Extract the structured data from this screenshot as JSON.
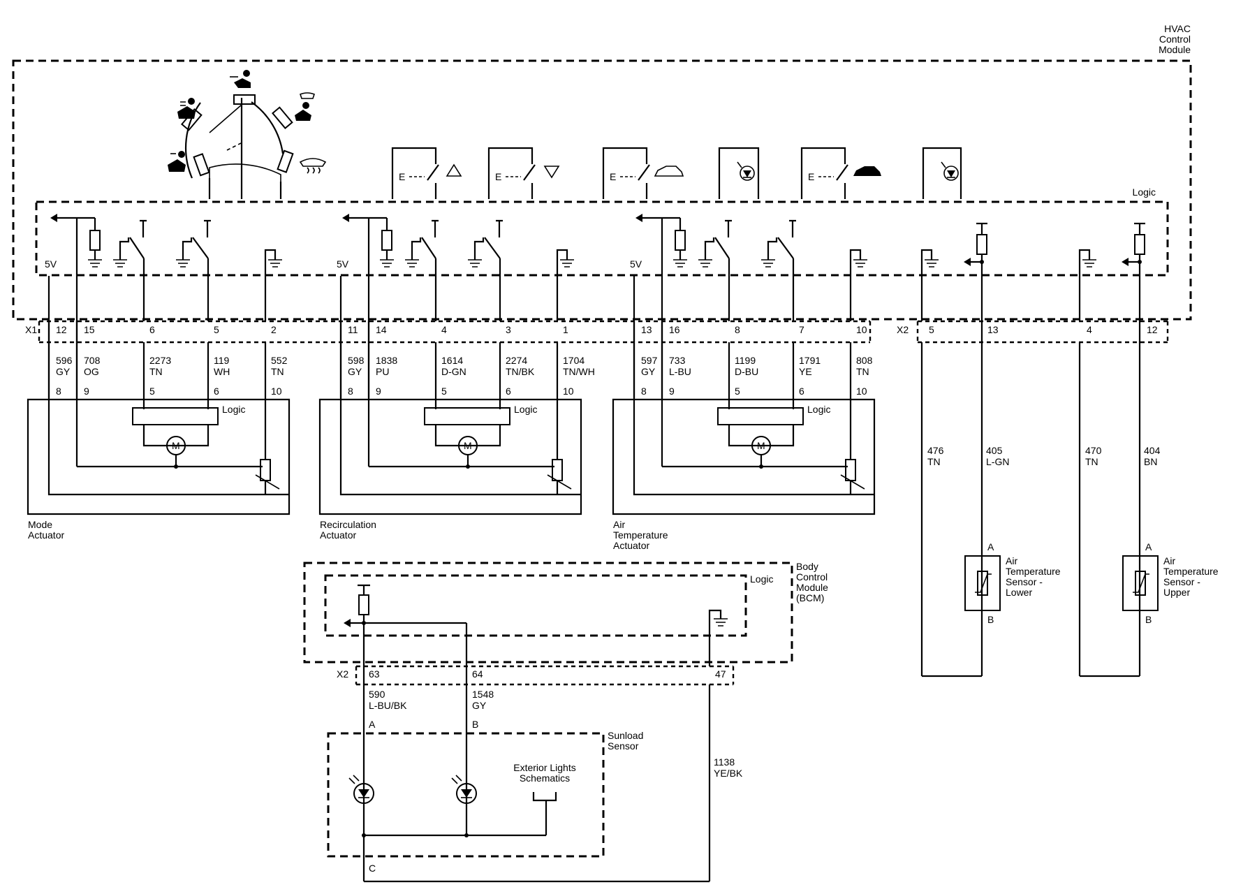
{
  "modules": {
    "hvac": [
      "HVAC",
      "Control",
      "Module"
    ],
    "logic": "Logic",
    "bcm": [
      "Body",
      "Control",
      "Module",
      "(BCM)"
    ]
  },
  "connectors": {
    "x1": "X1",
    "x2_top": "X2",
    "x2_bcm": "X2"
  },
  "supply_label": "5V",
  "actuators": [
    {
      "name": [
        "Mode",
        "Actuator"
      ],
      "pins": [
        "12",
        "15",
        "6",
        "5",
        "2"
      ],
      "circuits": [
        "596",
        "708",
        "2273",
        "119",
        "552"
      ],
      "colors": [
        "GY",
        "OG",
        "TN",
        "WH",
        "TN"
      ],
      "actuator_pins": [
        "8",
        "9",
        "5",
        "6",
        "10"
      ],
      "logic": "Logic",
      "motor": "M"
    },
    {
      "name": [
        "Recirculation",
        "Actuator"
      ],
      "pins": [
        "11",
        "14",
        "4",
        "3",
        "1"
      ],
      "circuits": [
        "598",
        "1838",
        "1614",
        "2274",
        "1704"
      ],
      "colors": [
        "GY",
        "PU",
        "D-GN",
        "TN/BK",
        "TN/WH"
      ],
      "actuator_pins": [
        "8",
        "9",
        "5",
        "6",
        "10"
      ],
      "logic": "Logic",
      "motor": "M"
    },
    {
      "name": [
        "Air",
        "Temperature",
        "Actuator"
      ],
      "pins": [
        "13",
        "16",
        "8",
        "7",
        "10"
      ],
      "circuits": [
        "597",
        "733",
        "1199",
        "1791",
        "808"
      ],
      "colors": [
        "GY",
        "L-BU",
        "D-BU",
        "YE",
        "TN"
      ],
      "actuator_pins": [
        "8",
        "9",
        "5",
        "6",
        "10"
      ],
      "logic": "Logic",
      "motor": "M"
    }
  ],
  "sensors": [
    {
      "name": [
        "Air",
        "Temperature",
        "Sensor -",
        "Lower"
      ],
      "pins": [
        "5",
        "13"
      ],
      "circuits": [
        "476",
        "405"
      ],
      "colors": [
        "TN",
        "L-GN"
      ],
      "terminals": [
        "A",
        "B"
      ]
    },
    {
      "name": [
        "Air",
        "Temperature",
        "Sensor -",
        "Upper"
      ],
      "pins": [
        "4",
        "12"
      ],
      "circuits": [
        "470",
        "404"
      ],
      "colors": [
        "TN",
        "BN"
      ],
      "terminals": [
        "A",
        "B"
      ]
    }
  ],
  "bcm_wires": {
    "pins": [
      "63",
      "64",
      "47"
    ],
    "circuits": [
      "590",
      "1548",
      "1138"
    ],
    "colors": [
      "L-BU/BK",
      "GY",
      "YE/BK"
    ]
  },
  "sunload": {
    "name": [
      "Sunload",
      "Sensor"
    ],
    "terminals": [
      "A",
      "B",
      "C"
    ],
    "exterior": [
      "Exterior Lights",
      "Schematics"
    ]
  }
}
